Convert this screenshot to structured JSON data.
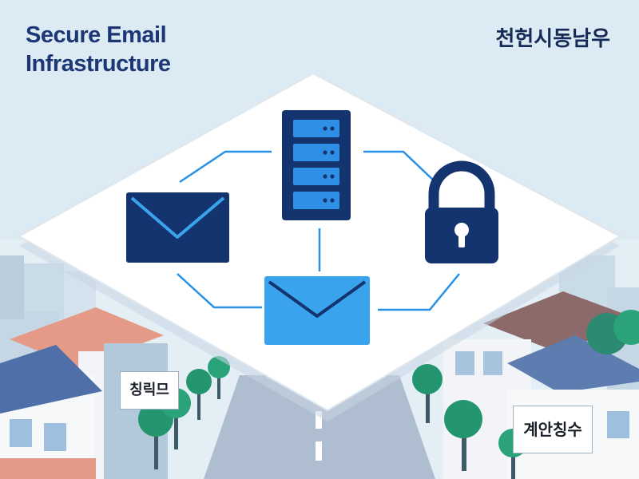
{
  "heading": {
    "line1": "Secure Email",
    "line2": "Infrastructure"
  },
  "brand_text": "천헌시동남우",
  "signs": {
    "left": "칭릭므",
    "right": "계안칭수"
  },
  "icons": {
    "envelope_left": "envelope-icon",
    "server": "server-rack-icon",
    "padlock": "padlock-icon",
    "envelope_center": "envelope-icon"
  },
  "colors": {
    "navy": "#14346f",
    "accent_blue": "#2891e6",
    "light_blue": "#39a3ee",
    "sky": "#dcebf3",
    "platform": "#ffffff"
  }
}
